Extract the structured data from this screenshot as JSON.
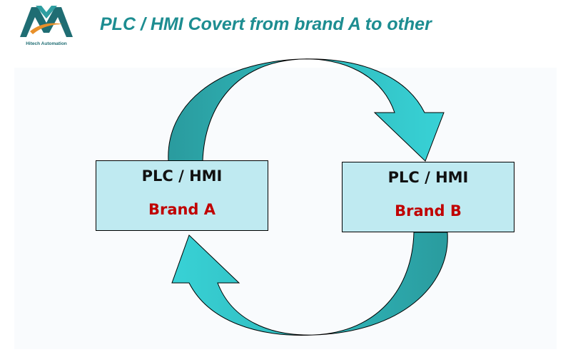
{
  "header": {
    "logo_caption": "Hitech Automation",
    "title": "PLC / HMI Covert from brand A to other"
  },
  "diagram": {
    "box_a": {
      "title": "PLC / HMI",
      "brand": "Brand A"
    },
    "box_b": {
      "title": "PLC / HMI",
      "brand": "Brand B"
    }
  },
  "colors": {
    "title_teal": "#1d8d91",
    "arrow_dark": "#2ca3a5",
    "arrow_light": "#36cfd3",
    "box_fill": "#bfeaf1",
    "brand_red": "#c00000"
  }
}
